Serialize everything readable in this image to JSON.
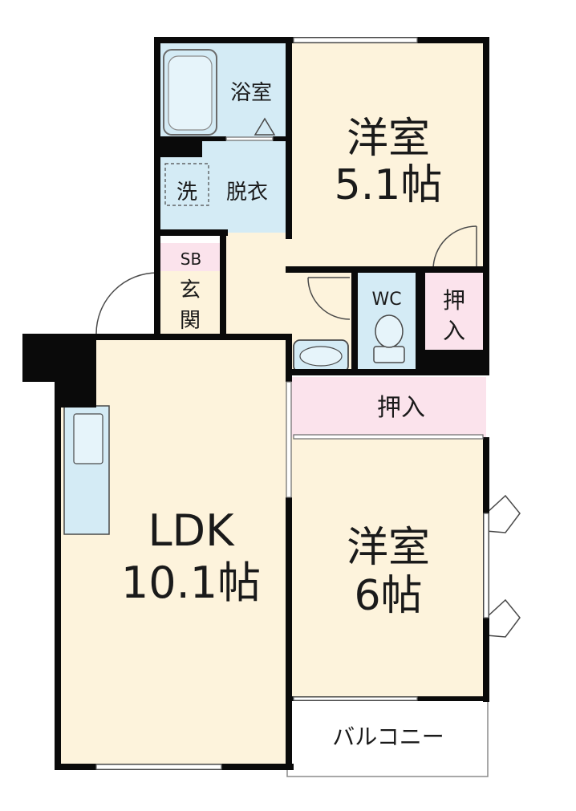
{
  "rooms": {
    "bath": "浴室",
    "washer": "洗",
    "dressing": "脱衣",
    "sb": "SB",
    "genkan_line1": "玄",
    "genkan_line2": "関",
    "wc": "WC",
    "closet_small_line1": "押",
    "closet_small_line2": "入",
    "closet_wide": "押入",
    "western1_name": "洋室",
    "western1_size": "5.1帖",
    "western2_name": "洋室",
    "western2_size": "6帖",
    "ldk_name": "LDK",
    "ldk_size": "10.1帖",
    "balcony": "バルコニー"
  },
  "colors": {
    "wall": "#0a0a0a",
    "room_floor": "#fdf3dc",
    "wet_area": "#d4ebf5",
    "closet": "#fbe3ec",
    "outline": "#8a8a8a"
  }
}
